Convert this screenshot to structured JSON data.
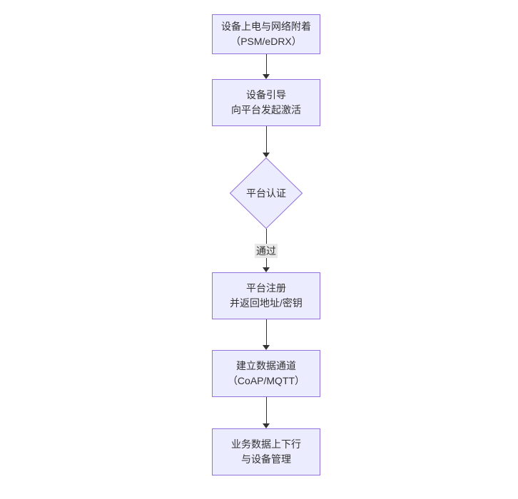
{
  "colors": {
    "background": "#ffffff",
    "node_fill": "#ECECFF",
    "node_border": "#9370DB",
    "arrow": "#333333",
    "edge_label_bg": "#e8e8e8",
    "text": "#333333"
  },
  "nodes": {
    "power_attach": {
      "line1": "设备上电与网络附着",
      "line2": "（PSM/eDRX）"
    },
    "bootstrap": {
      "line1": "设备引导",
      "line2": "向平台发起激活"
    },
    "auth": {
      "line1": "平台认证"
    },
    "register": {
      "line1": "平台注册",
      "line2": "并返回地址/密钥"
    },
    "channel": {
      "line1": "建立数据通道",
      "line2": "（CoAP/MQTT）"
    },
    "business": {
      "line1": "业务数据上下行",
      "line2": "与设备管理"
    }
  },
  "edge_labels": {
    "auth_pass": "通过"
  }
}
